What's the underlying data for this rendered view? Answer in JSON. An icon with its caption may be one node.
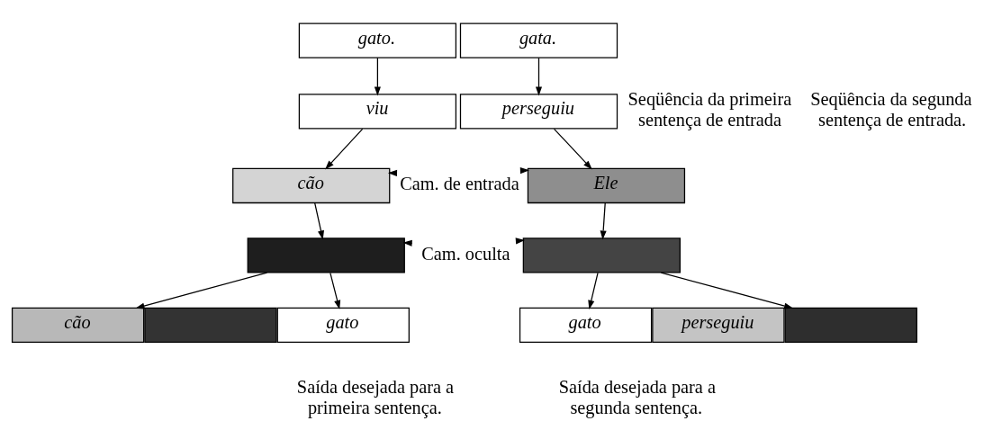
{
  "diagram": {
    "nodes": [
      {
        "text": [
          "gato."
        ]
      },
      {
        "text": [
          "viu"
        ]
      },
      {
        "text": [
          "cão"
        ]
      },
      {
        "text": [],
        "shape": "box"
      },
      {
        "text": [
          "cão"
        ]
      },
      {
        "text": [],
        "shape": "box"
      },
      {
        "text": [
          "gato"
        ]
      },
      {
        "text": [
          "gata."
        ]
      },
      {
        "text": [
          "perseguiu"
        ]
      },
      {
        "text": [
          "Ele"
        ]
      },
      {
        "text": [],
        "shape": "box"
      },
      {
        "text": [
          "gato"
        ]
      },
      {
        "text": [
          "perseguiu"
        ]
      },
      {
        "text": [],
        "shape": "box"
      },
      {
        "text": [
          "Cam. de entrada"
        ]
      },
      {
        "text": [
          "Cam. oculta"
        ]
      }
    ],
    "edges": [
      {
        "from": 0,
        "to": 1,
        "arrow": "to"
      },
      {
        "from": 1,
        "to": 2,
        "arrow": "to"
      },
      {
        "from": 2,
        "to": 3,
        "arrow": "to"
      },
      {
        "from": 3,
        "to": 4,
        "arrow": "to"
      },
      {
        "from": 3,
        "to": 6,
        "arrow": "to"
      },
      {
        "from": 7,
        "to": 8,
        "arrow": "to"
      },
      {
        "from": 8,
        "to": 9,
        "arrow": "to"
      },
      {
        "from": 9,
        "to": 10,
        "arrow": "to"
      },
      {
        "from": 10,
        "to": 11,
        "arrow": "to"
      },
      {
        "from": 10,
        "to": 13,
        "arrow": "to"
      },
      {
        "from": 14,
        "to": 2,
        "arrow": "to"
      },
      {
        "from": 14,
        "to": 9,
        "arrow": "to"
      },
      {
        "from": 15,
        "to": 3,
        "arrow": "to"
      },
      {
        "from": 15,
        "to": 10,
        "arrow": "to"
      }
    ],
    "labels": [
      "Seqüência da primeira sentença de entrada",
      "Seqüência da segunda sentença de entrada.",
      "Saída desejada para a primeira sentença.",
      "Saída desejada para a segunda sentença."
    ]
  }
}
